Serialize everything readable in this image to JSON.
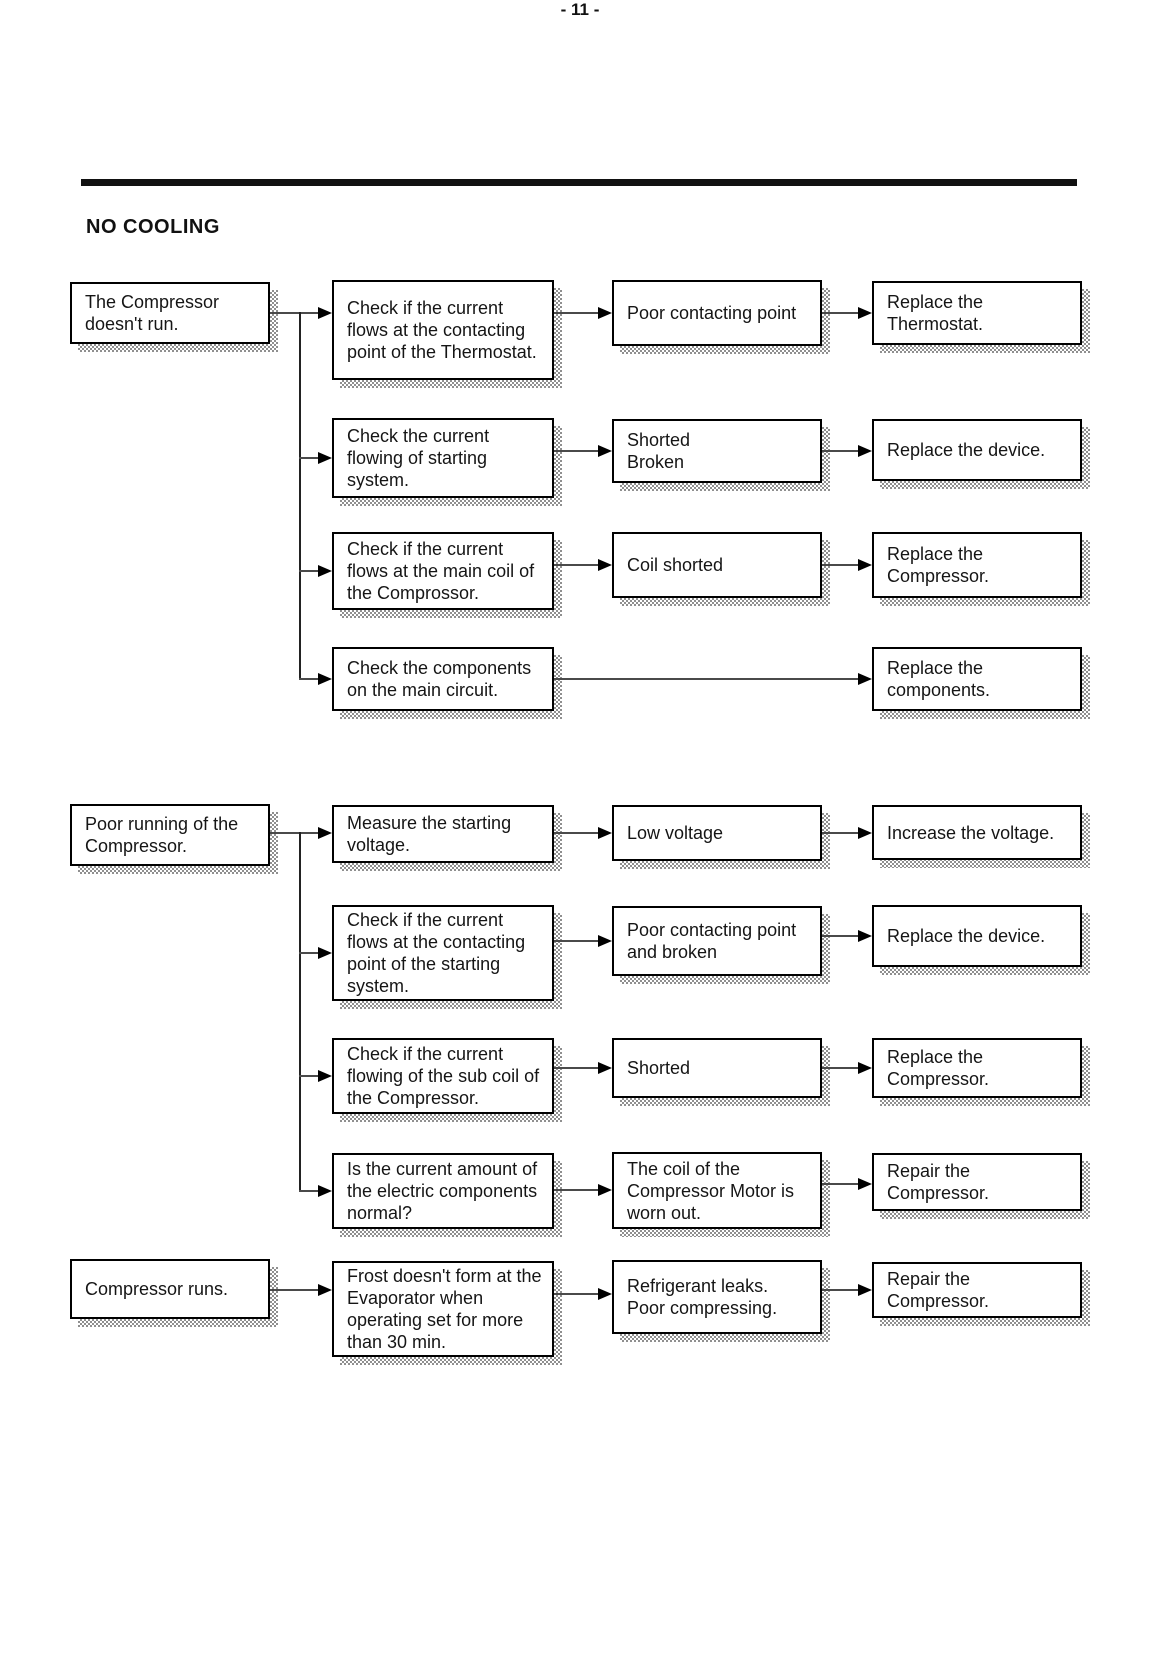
{
  "page": {
    "title": "NO COOLING",
    "page_number": "- 11 -"
  },
  "sections": [
    {
      "source": "The Compressor\ndoesn't run.",
      "rows": [
        {
          "check": "Check if the current\nflows at the contacting\npoint of the Thermostat.",
          "finding": "Poor contacting point",
          "action": "Replace the\nThermostat."
        },
        {
          "check": "Check the current\nflowing of starting\nsystem.",
          "finding": "Shorted\nBroken",
          "action": "Replace the device."
        },
        {
          "check": "Check if the current\nflows at the main coil of\nthe Comprossor.",
          "finding": "Coil shorted",
          "action": "Replace the\nCompressor."
        },
        {
          "check": "Check the components\non the main circuit.",
          "action": "Replace the\ncomponents."
        }
      ]
    },
    {
      "source": "Poor running of the\nCompressor.",
      "rows": [
        {
          "check": "Measure the starting\nvoltage.",
          "finding": "Low voltage",
          "action": "Increase the voltage."
        },
        {
          "check": "Check if the current\nflows at the contacting\npoint of the starting\nsystem.",
          "finding": "Poor contacting point\nand broken",
          "action": "Replace the device."
        },
        {
          "check": "Check if the current\nflowing of the sub coil of\nthe Compressor.",
          "finding": "Shorted",
          "action": "Replace the\nCompressor."
        },
        {
          "check": "Is the current amount of\nthe electric components\nnormal?",
          "finding": "The coil of the\nCompressor Motor is\nworn out.",
          "action": "Repair the\nCompressor."
        }
      ]
    },
    {
      "source": "Compressor runs.",
      "rows": [
        {
          "check": "Frost doesn't form at the\nEvaporator when\noperating set for more\nthan 30 min.",
          "finding": "Refrigerant leaks.\nPoor compressing.",
          "action": "Repair the\nCompressor."
        }
      ]
    }
  ]
}
